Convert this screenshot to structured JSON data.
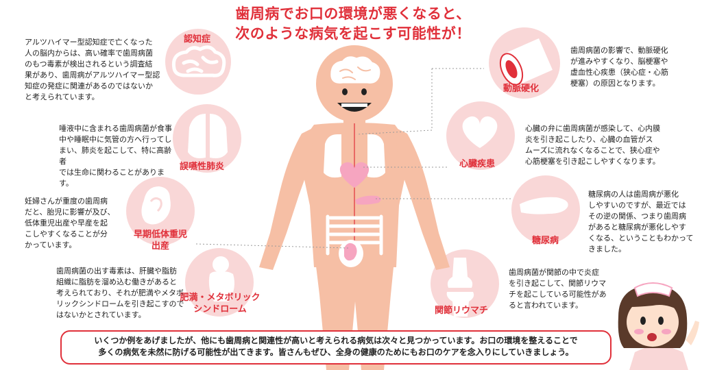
{
  "title": {
    "line1": "歯周病でお口の環境が悪くなると、",
    "line2": "次のような病気を起こす可能性が！"
  },
  "diseases": [
    {
      "name": "認知症",
      "icon": "brain-icon",
      "description": [
        "アルツハイマー型認知症で亡くなった",
        "人の脳内からは、高い確率で歯周病菌",
        "のもつ毒素が検出されるという調査結",
        "果があり、歯周病がアルツハイマー型認",
        "知症の発症に関連があるのではないか",
        "と考えられています。"
      ]
    },
    {
      "name": "誤嚥性肺炎",
      "icon": "lungs-icon",
      "description": [
        "唾液中に含まれる歯周病菌が食事",
        "中や睡眠中に気管の方へ行ってし",
        "まい、肺炎を起こして、特に高齢者",
        "では生命に関わることがあります。"
      ]
    },
    {
      "name_lines": [
        "早期低体重児",
        "出産"
      ],
      "icon": "fetus-icon",
      "description": [
        "妊婦さんが重度の歯周病",
        "だと、胎児に影響が及び、",
        "低体重児出産や早産を起",
        "こしやすくなることが分",
        "かっています。"
      ]
    },
    {
      "name_lines": [
        "肥満・メタボリック",
        "シンドローム"
      ],
      "icon": "belly-icon",
      "description": [
        "歯周病菌の出す毒素は、肝臓や脂肪",
        "組織に脂肪を溜め込む働きがあると",
        "考えられており、それが肥満やメタボ",
        "リックシンドロームを引き起こすので",
        "はないかとされています。"
      ]
    },
    {
      "name": "動脈硬化",
      "icon": "artery-icon",
      "description": [
        "歯周病菌の影響で、動脈硬化",
        "が進みやすくなり、脳梗塞や",
        "虚血性心疾患（狭心症・心筋",
        "梗塞）の原因となります。"
      ]
    },
    {
      "name": "心臓疾患",
      "icon": "heart-icon",
      "description": [
        "心臓の弁に歯周病菌が感染して、心内膜",
        "炎を引き起こしたり、心臓の血管がス",
        "ムーズに流れなくなることで、狭心症や",
        "心筋梗塞を引き起こしやすくなります。"
      ]
    },
    {
      "name": "糖尿病",
      "icon": "pancreas-icon",
      "description": [
        "糖尿病の人は歯周病が悪化",
        "しやすいのですが、最近では",
        "その逆の関係、つまり歯周病",
        "があると糖尿病が悪化しやす",
        "くなる、ということもわかって",
        "きました。"
      ]
    },
    {
      "name": "関節リウマチ",
      "icon": "joint-icon",
      "description": [
        "歯周病菌が関節の中で炎症",
        "を引き起こして、関節リウマ",
        "チを起こしている可能性があ",
        "ると言われています。"
      ]
    }
  ],
  "footer": {
    "line1": "いくつか例をあげましたが、他にも歯周病と関連性が高いと考えられる病気は次々と見つかっています。お口の環境を整えることで",
    "line2": "多くの病気を未然に防げる可能性が出てきます。皆さんもぜひ、全身の健康のためにもお口のケアを念入りにしていきましょう。"
  },
  "colors": {
    "accent": "#e0303a",
    "circle": "#f9d7d7",
    "body": "#f6bfa5",
    "organ": "#f6a5c0",
    "icon": "#ffffff"
  }
}
